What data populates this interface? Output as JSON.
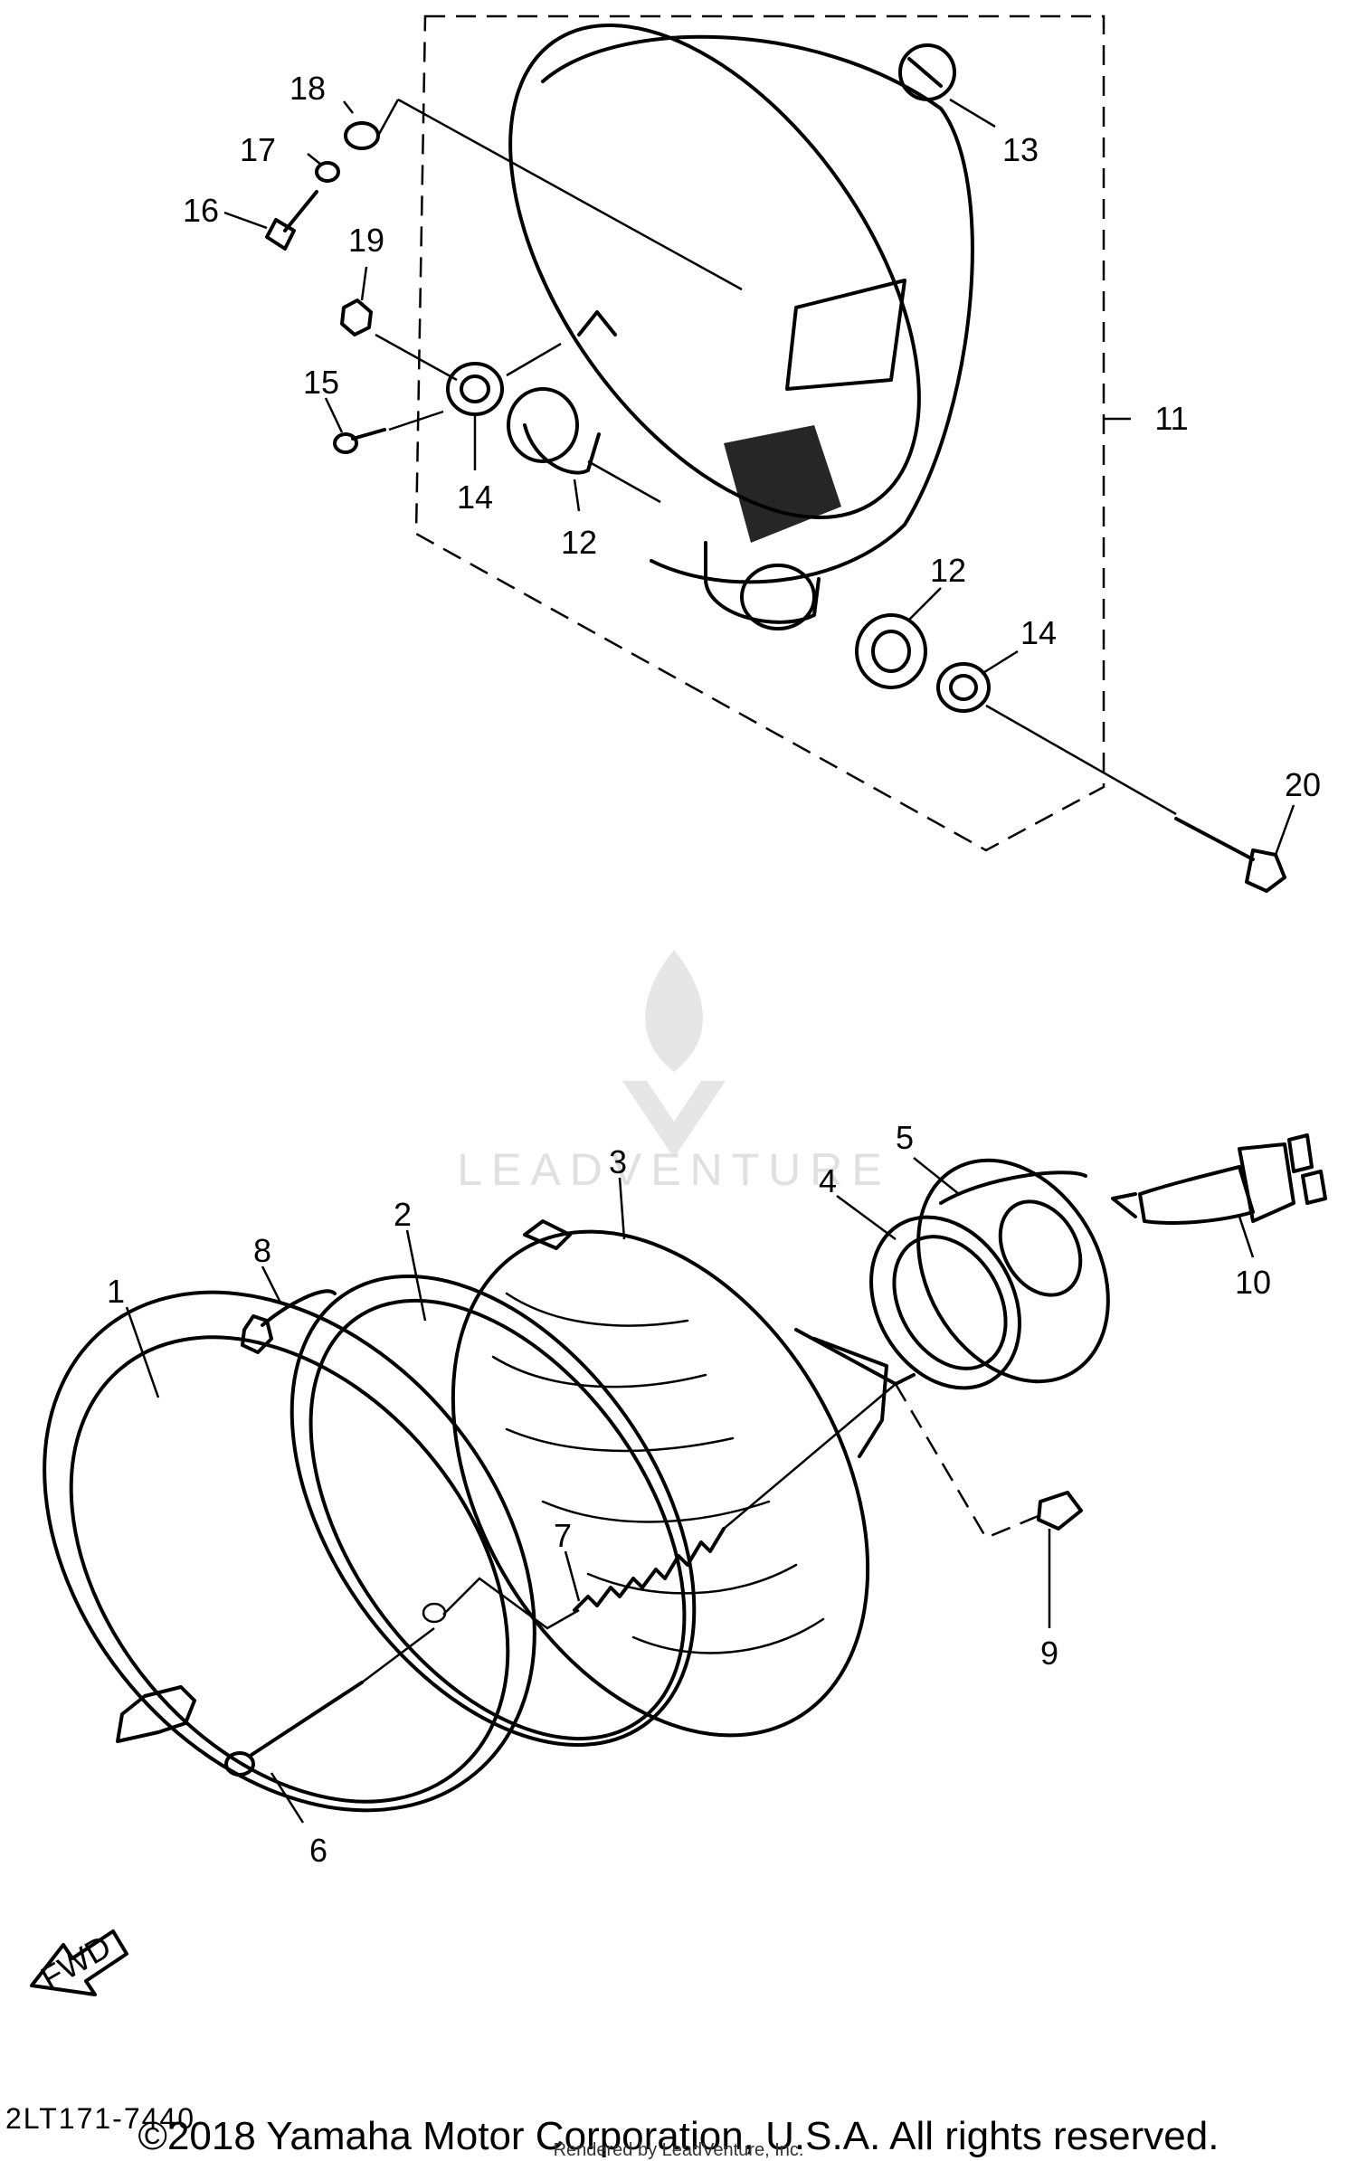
{
  "watermark": {
    "text": "LEADVENTURE"
  },
  "direction_arrow": {
    "label": "FWD"
  },
  "callouts": {
    "c1": "1",
    "c2": "2",
    "c3": "3",
    "c4": "4",
    "c5": "5",
    "c6": "6",
    "c7": "7",
    "c8": "8",
    "c9": "9",
    "c10": "10",
    "c11": "11",
    "c12a": "12",
    "c12b": "12",
    "c13": "13",
    "c14a": "14",
    "c14b": "14",
    "c15": "15",
    "c16": "16",
    "c17": "17",
    "c18": "18",
    "c19": "19",
    "c20": "20"
  },
  "footer": {
    "diagram_code": "2LT171-7440",
    "copyright": "©2018 Yamaha Motor Corporation, U.S.A. All rights reserved.",
    "rendered_by": "Rendered by LeadVenture, Inc."
  }
}
